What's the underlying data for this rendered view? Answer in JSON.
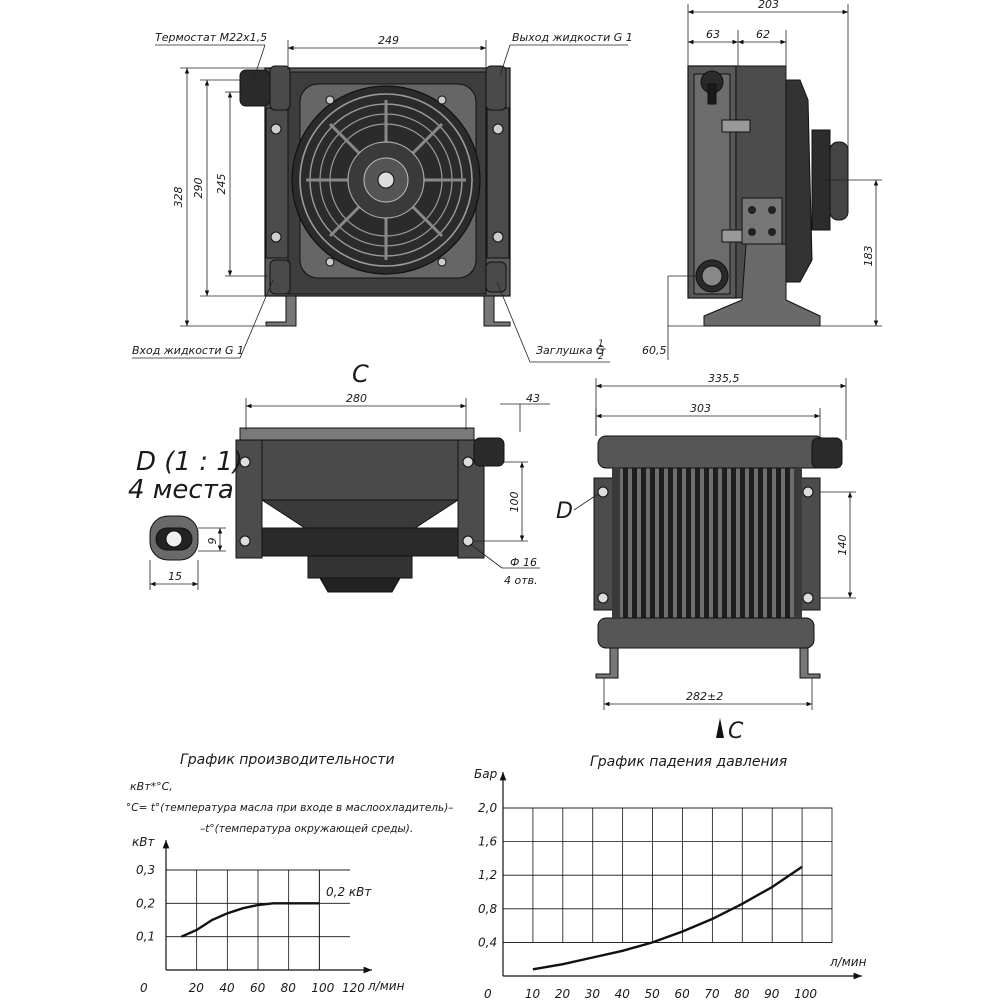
{
  "labels": {
    "thermostat": "Термостат M22x1,5",
    "outlet": "Выход жидкости G 1",
    "inlet": "Вход жидкости G 1",
    "plug": "Заглушка G",
    "plug_num": "1",
    "plug_den": "2",
    "view_c_top": "C",
    "view_c_bottom": "C",
    "detail_d_title": "D (1 : 1)",
    "detail_d_count": "4 места",
    "detail_d_marker": "D",
    "hole_diameter": "Ф 16",
    "hole_count": "4 отв."
  },
  "dimensions": {
    "width_249": "249",
    "height_328": "328",
    "height_290": "290",
    "height_245": "245",
    "depth_203": "203",
    "depth_63": "63",
    "depth_62": "62",
    "height_183": "183",
    "offset_605": "60,5",
    "width_280": "280",
    "depth_43": "43",
    "height_100": "100",
    "width_3355": "335,5",
    "width_303": "303",
    "height_140": "140",
    "mount_282": "282±2",
    "detail_9": "9",
    "detail_15": "15"
  },
  "chart_data": [
    {
      "type": "line",
      "title": "График производительности",
      "unit_note": "кВт*°C,",
      "note_line1": "°C= t°(температура масла при входе в маслоохладитель)–",
      "note_line2": "–t°(температура окружающей среды).",
      "ylabel": "кВт",
      "xlabel": "л/мин",
      "origin_label": "0",
      "x_ticks": [
        "20",
        "40",
        "60",
        "80",
        "100",
        "120"
      ],
      "y_ticks": [
        "0,1",
        "0,2",
        "0,3"
      ],
      "xlim": [
        0,
        120
      ],
      "ylim": [
        0,
        0.3
      ],
      "annotation": "0,2 кВт",
      "series": [
        {
          "x": [
            10,
            20,
            30,
            40,
            50,
            60,
            70,
            80,
            90,
            100
          ],
          "y": [
            0.1,
            0.12,
            0.15,
            0.17,
            0.185,
            0.195,
            0.2,
            0.2,
            0.2,
            0.2
          ]
        }
      ]
    },
    {
      "type": "line",
      "title": "График падения давления",
      "ylabel": "Бар",
      "xlabel": "л/мин",
      "origin_label": "0",
      "x_ticks": [
        "10",
        "20",
        "30",
        "40",
        "50",
        "60",
        "70",
        "80",
        "90",
        "100"
      ],
      "y_ticks": [
        "0,4",
        "0,8",
        "1,2",
        "1,6",
        "2,0"
      ],
      "xlim": [
        0,
        110
      ],
      "ylim": [
        0,
        2.0
      ],
      "series": [
        {
          "x": [
            10,
            20,
            30,
            40,
            50,
            60,
            70,
            80,
            90,
            100
          ],
          "y": [
            0.08,
            0.14,
            0.22,
            0.3,
            0.4,
            0.53,
            0.68,
            0.86,
            1.06,
            1.3
          ]
        }
      ]
    }
  ]
}
